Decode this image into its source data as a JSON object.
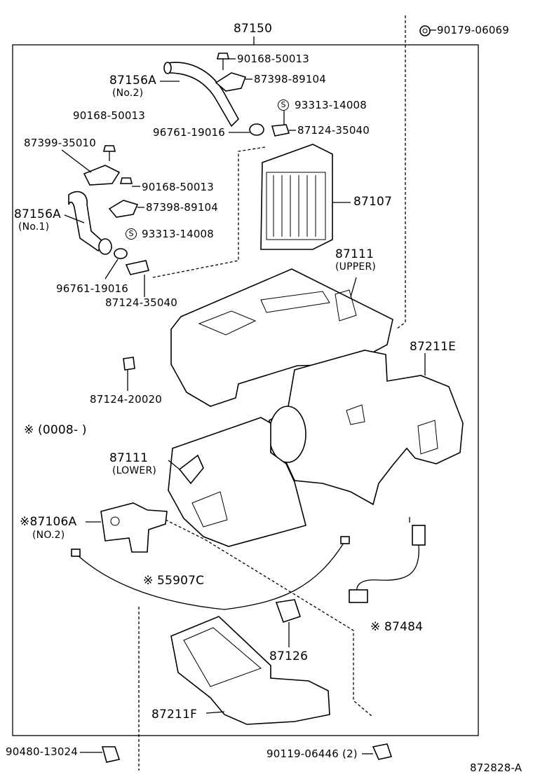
{
  "labels": {
    "assembly": "87150",
    "bolt_top_right": "90179-06069",
    "screw_1": "90168-50013",
    "clamp_1": "87398-89104",
    "hose_no2": "87156A",
    "hose_no2_sub": "(No.2)",
    "s_ring_1": "93313-14008",
    "oring_1": "96761-19016",
    "clip_1": "87124-35040",
    "screw_2": "90168-50013",
    "bracket": "87399-35010",
    "screw_3": "90168-50013",
    "clamp_2": "87398-89104",
    "heater_core": "87107",
    "hose_no1": "87156A",
    "hose_no1_sub": "(No.1)",
    "s_ring_2": "93313-14008",
    "oring_2": "96761-19016",
    "clip_2": "87124-35040",
    "upper_case": "87111",
    "upper_case_sub": "(UPPER)",
    "duct_e": "87211E",
    "clip_3": "87124-20020",
    "note_range": "※ (0008-        )",
    "lower_case": "87111",
    "lower_case_sub": "(LOWER)",
    "servo": "※87106A",
    "servo_sub": "(NO.2)",
    "wire": "※ 55907C",
    "sensor": "※ 87484",
    "resistor": "87126",
    "duct_f": "87211F",
    "bolt_bottom_left": "90480-13024",
    "bolt_bottom": "90119-06446 (2)",
    "drawing_no": "872828-A",
    "s_mark": "S"
  }
}
